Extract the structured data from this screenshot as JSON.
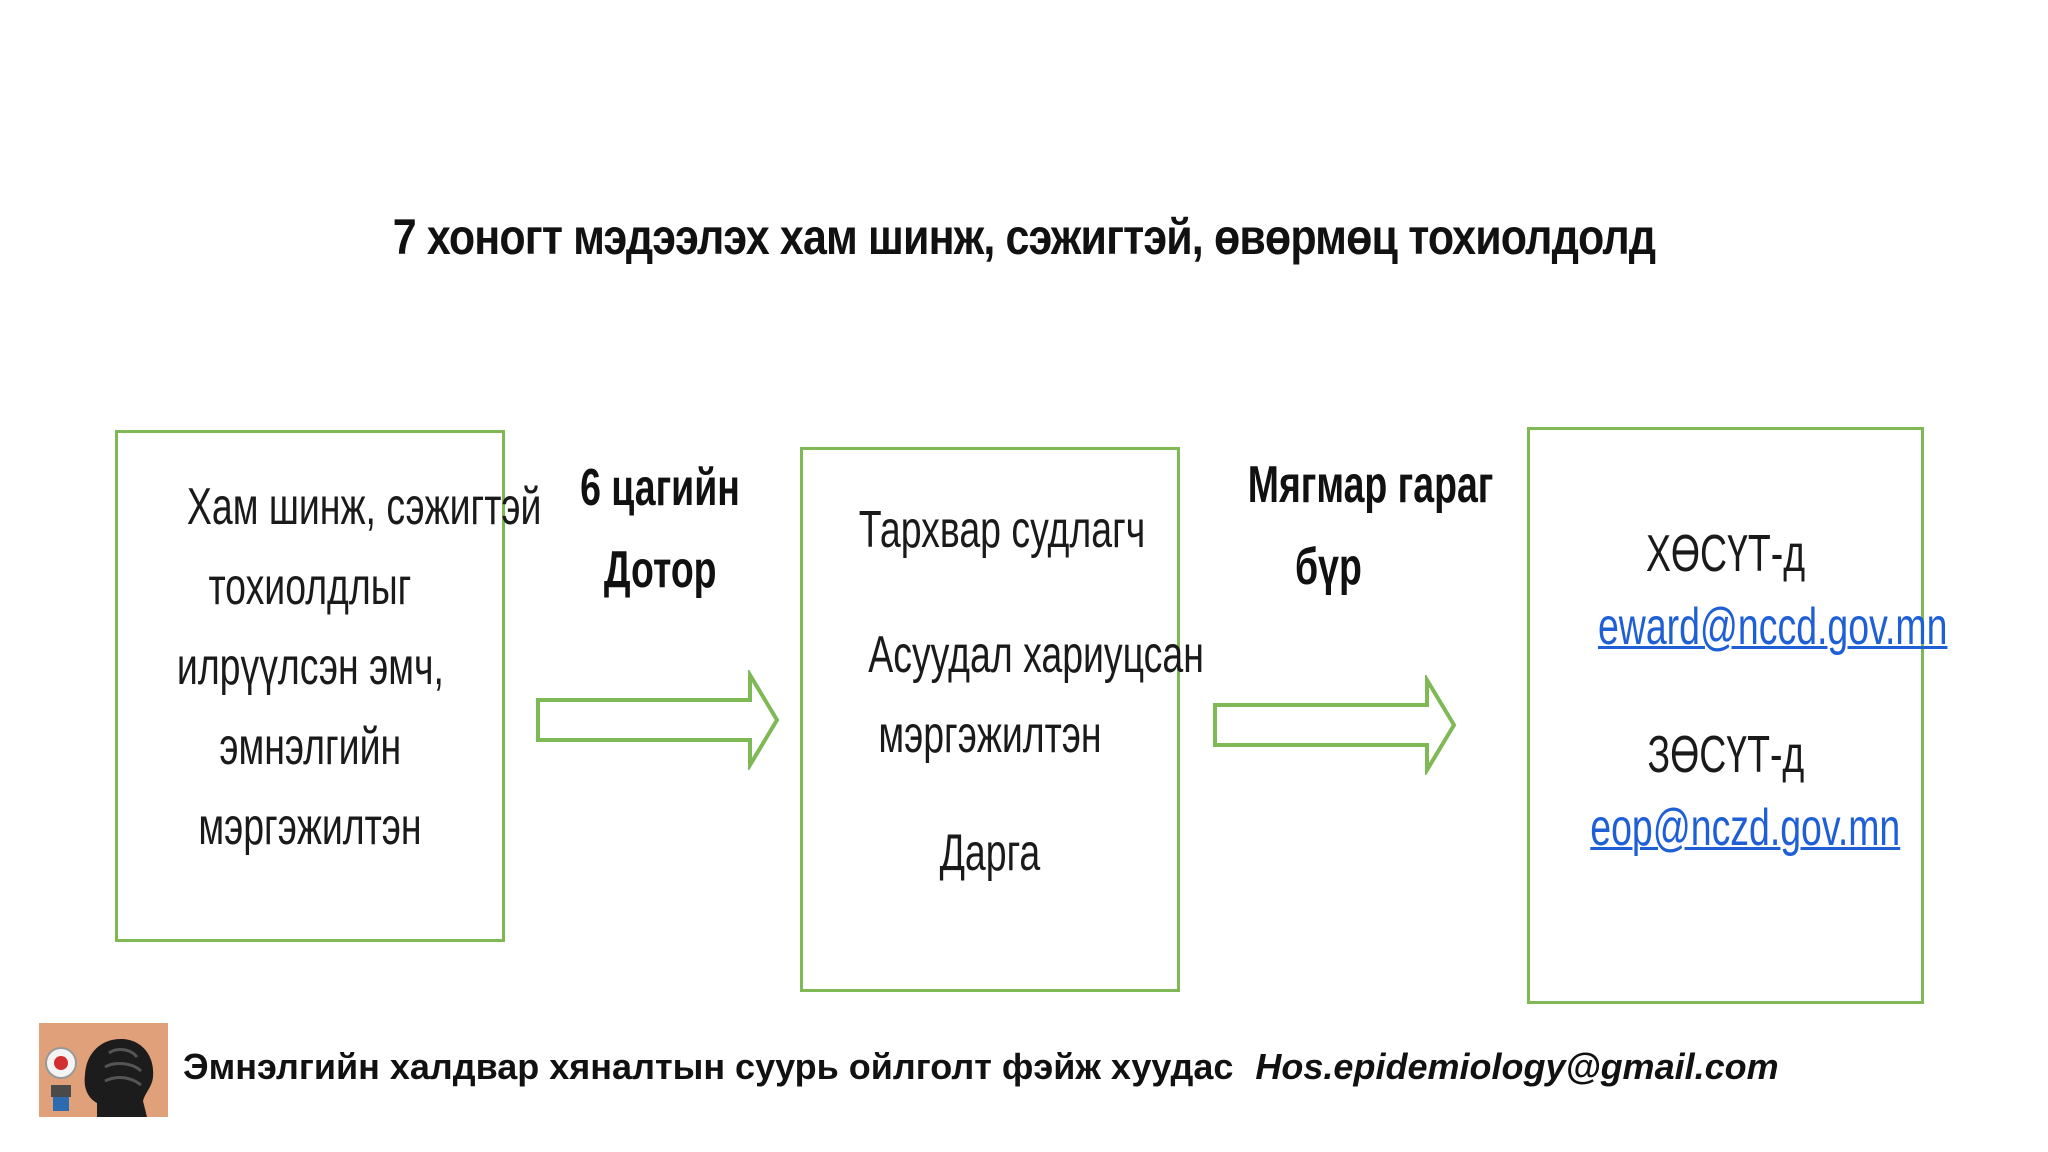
{
  "title": "7 хоногт мэдээлэх хам шинж, сэжигтэй, өвөрмөц тохиолдолд",
  "box1": {
    "lines": [
      "Хам шинж, сэжигтэй",
      "тохиолдлыг",
      "илрүүлсэн эмч,",
      "эмнэлгийн",
      "мэргэжилтэн"
    ]
  },
  "arrow1_label": {
    "line1": "6 цагийн",
    "line2": "Дотор"
  },
  "box2": {
    "line1": "Тархвар судлагч",
    "line2": "Асуудал хариуцсан",
    "line3": "мэргэжилтэн",
    "line4": "Дарга"
  },
  "arrow2_label": {
    "line1": "Мягмар гараг",
    "line2": "бүр"
  },
  "box3": {
    "org1": "ХӨСҮТ-д",
    "email1": "eward@nccd.gov.mn",
    "org2": "ЗӨСҮТ-д",
    "email2": "eop@nczd.gov.mn"
  },
  "footer": {
    "text": "Эмнэлгийн халдвар хяналтын суурь ойлголт фэйж хуудас",
    "email": "Hos.epidemiology@gmail.com"
  },
  "colors": {
    "box_border": "#7fb956",
    "arrow_stroke": "#7fb956",
    "link": "#1f5fd6"
  }
}
